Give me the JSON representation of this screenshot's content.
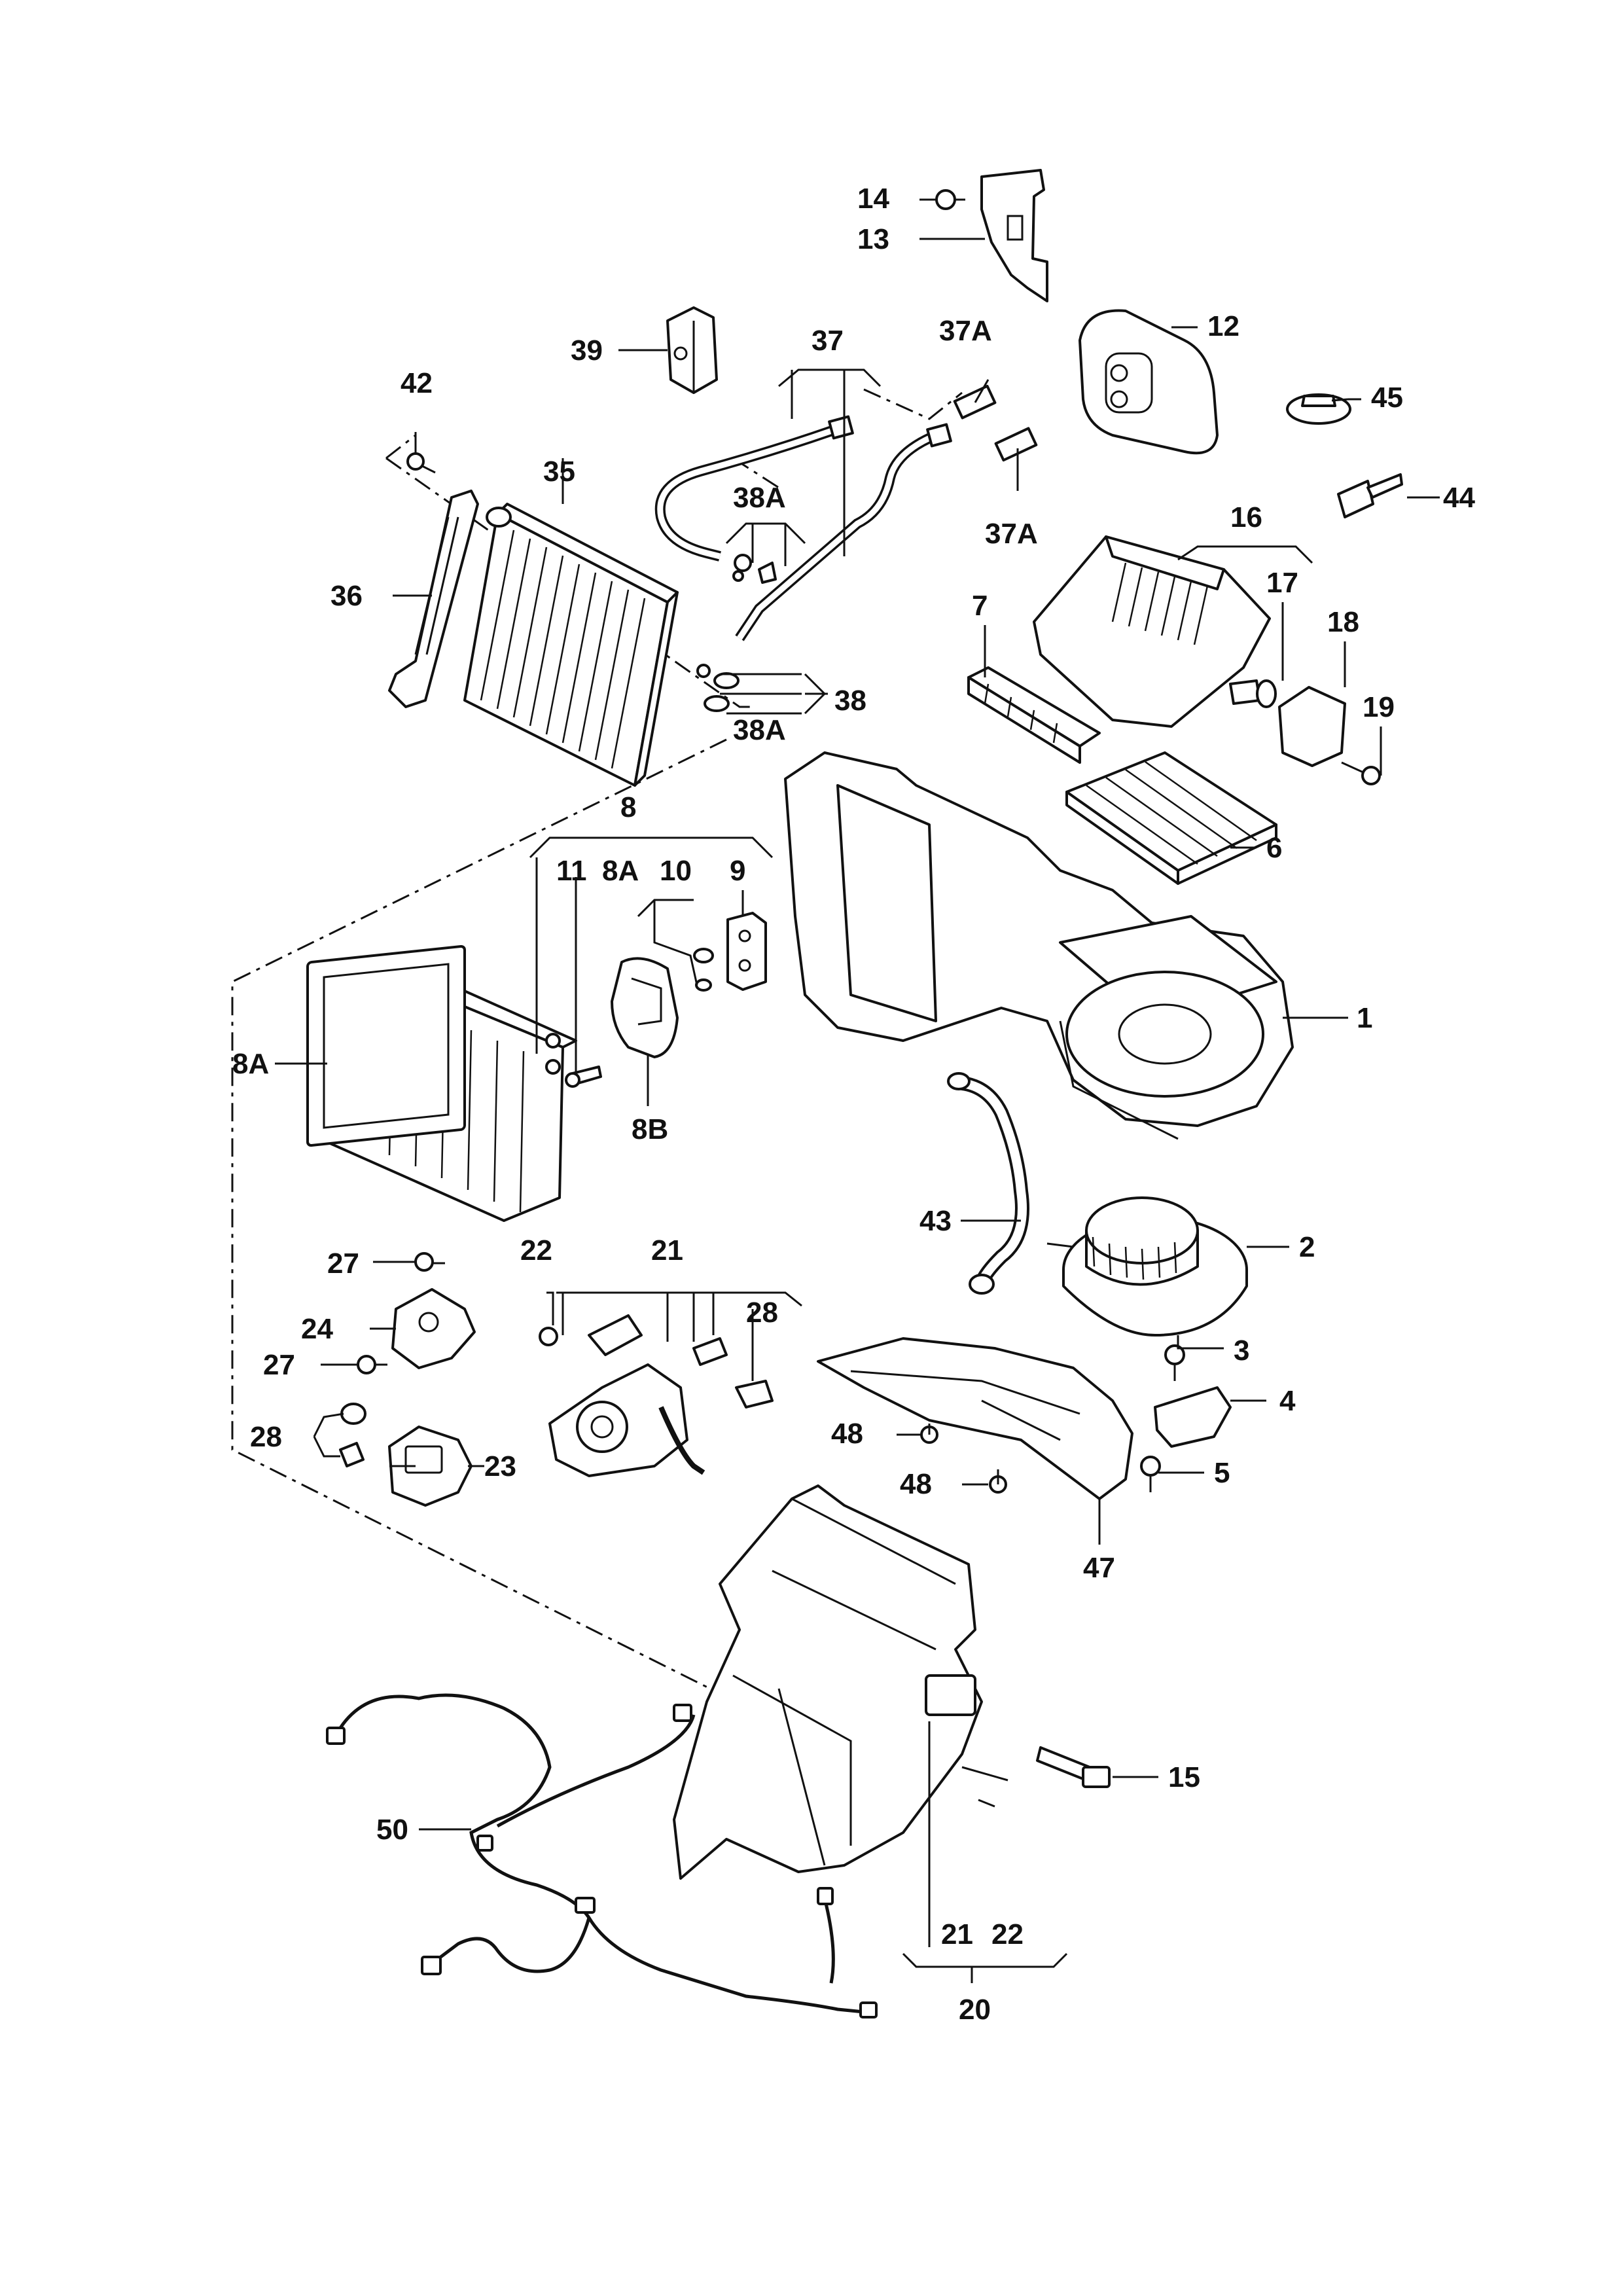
{
  "callouts": {
    "c1": "1",
    "c2": "2",
    "c3": "3",
    "c4": "4",
    "c5": "5",
    "c6": "6",
    "c7": "7",
    "c8": "8",
    "c8A_top": "8A",
    "c8A_left": "8A",
    "c8B": "8B",
    "c9": "9",
    "c10": "10",
    "c11": "11",
    "c12": "12",
    "c13": "13",
    "c14": "14",
    "c15": "15",
    "c16": "16",
    "c17": "17",
    "c18": "18",
    "c19": "19",
    "c20": "20",
    "c21_top": "21",
    "c21_bottom": "21",
    "c22_top": "22",
    "c22_bottom": "22",
    "c23": "23",
    "c24": "24",
    "c27_top": "27",
    "c27_bottom": "27",
    "c28_right": "28",
    "c28_left": "28",
    "c35": "35",
    "c36": "36",
    "c37": "37",
    "c37A_top": "37A",
    "c37A_bottom": "37A",
    "c38": "38",
    "c38A_top": "38A",
    "c38A_bottom": "38A",
    "c39": "39",
    "c42": "42",
    "c43": "43",
    "c44": "44",
    "c45": "45",
    "c47": "47",
    "c48_top": "48",
    "c48_bottom": "48",
    "c50": "50"
  }
}
